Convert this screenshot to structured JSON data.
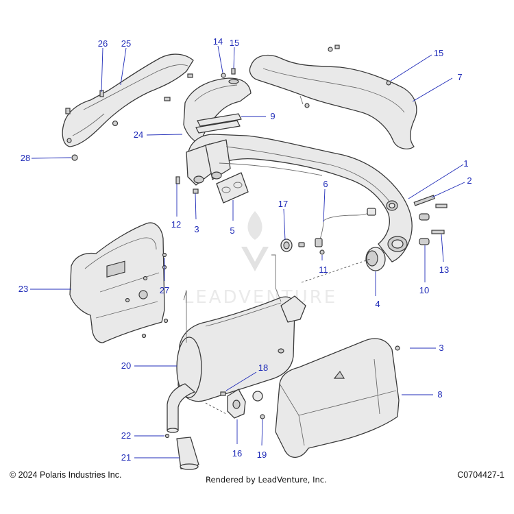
{
  "callouts": {
    "c1": "1",
    "c2": "2",
    "c3a": "3",
    "c3b": "3",
    "c4": "4",
    "c5": "5",
    "c6": "6",
    "c7": "7",
    "c8": "8",
    "c9": "9",
    "c10": "10",
    "c11": "11",
    "c12": "12",
    "c13": "13",
    "c14": "14",
    "c15a": "15",
    "c15b": "15",
    "c16": "16",
    "c17": "17",
    "c18": "18",
    "c19": "19",
    "c20": "20",
    "c21": "21",
    "c22": "22",
    "c23": "23",
    "c24": "24",
    "c25": "25",
    "c26": "26",
    "c27": "27",
    "c28": "28"
  },
  "watermark": "LEADVENTURE",
  "footer": {
    "copyright": "© 2024 Polaris Industries Inc.",
    "rendered_by": "Rendered by LeadVenture, Inc.",
    "diagram_id": "C0704427-1"
  }
}
